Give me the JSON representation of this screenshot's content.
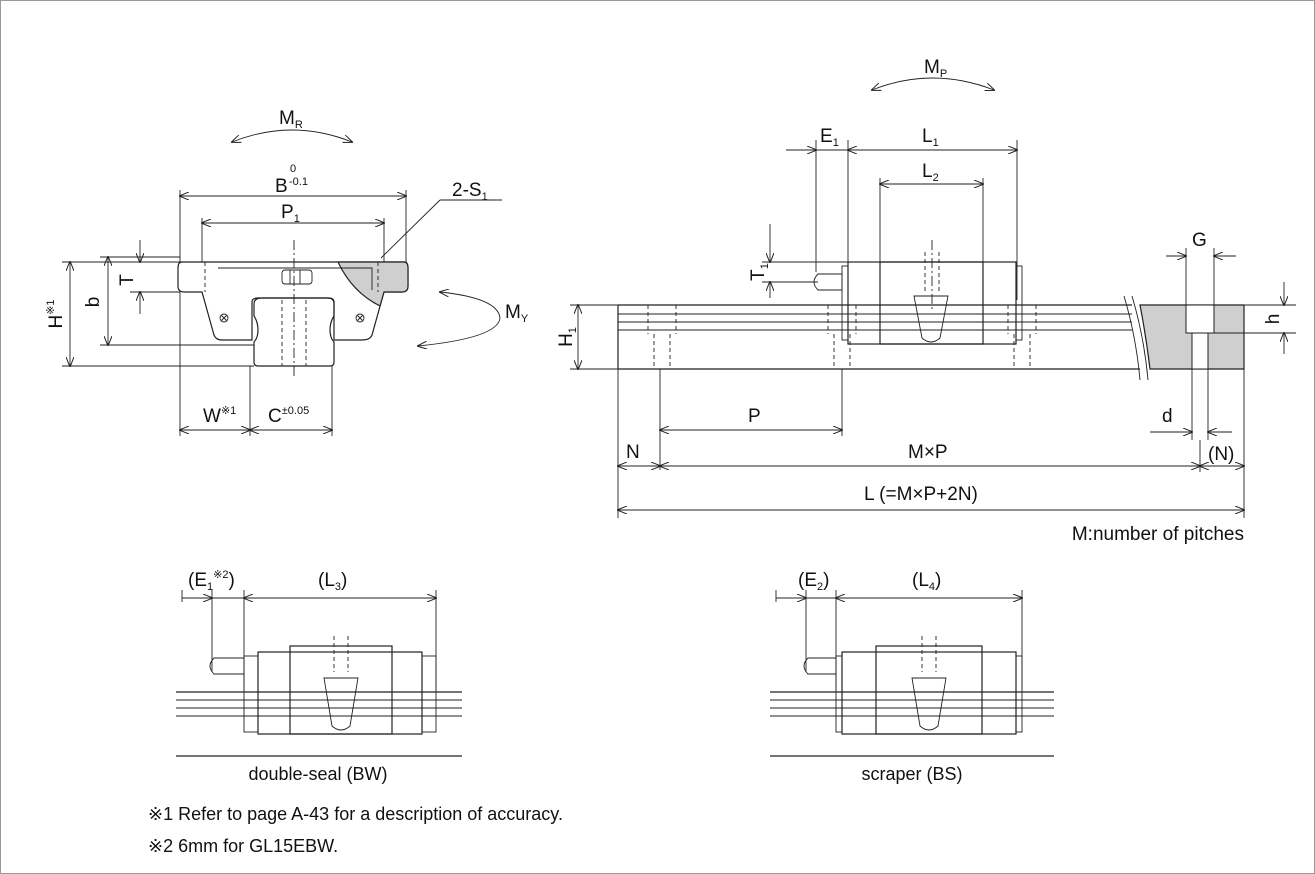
{
  "labels": {
    "mr": "M",
    "mr_sub": "R",
    "mp": "M",
    "mp_sub": "P",
    "my": "M",
    "my_sub": "Y",
    "b_upper": "B",
    "b_tol_top": "0",
    "b_tol_bot": "-0.1",
    "p1": "P",
    "p1_sub": "1",
    "s1": "2-S",
    "s1_sub": "1",
    "t": "T",
    "b": "b",
    "h": "H",
    "h_sup": "※1",
    "w": "W",
    "w_sup": "※1",
    "c": "C",
    "c_sup": "±0.05",
    "e1": "E",
    "e1_sub": "1",
    "l1": "L",
    "l1_sub": "1",
    "l2": "L",
    "l2_sub": "2",
    "t1": "T",
    "t1_sub": "1",
    "h1": "H",
    "h1_sub": "1",
    "g": "G",
    "h_small": "h",
    "p": "P",
    "d": "d",
    "n": "N",
    "mxp": "M×P",
    "n_paren": "(N)",
    "l_total": "L (=M×P+2N)",
    "pitches": "M:number of pitches",
    "e1_2": "(E",
    "e1_2_sub": "1",
    "e1_2_sup": "※2",
    "e1_2_close": ")",
    "l3": "(L",
    "l3_sub": "3",
    "l3_close": ")",
    "e2": "(E",
    "e2_sub": "2",
    "e2_close": ")",
    "l4": "(L",
    "l4_sub": "4",
    "l4_close": ")"
  },
  "captions": {
    "double_seal": "double-seal (BW)",
    "scraper": "scraper (BS)"
  },
  "notes": [
    "※1 Refer to page A-43 for a description of accuracy.",
    "※2 6mm for GL15EBW."
  ]
}
